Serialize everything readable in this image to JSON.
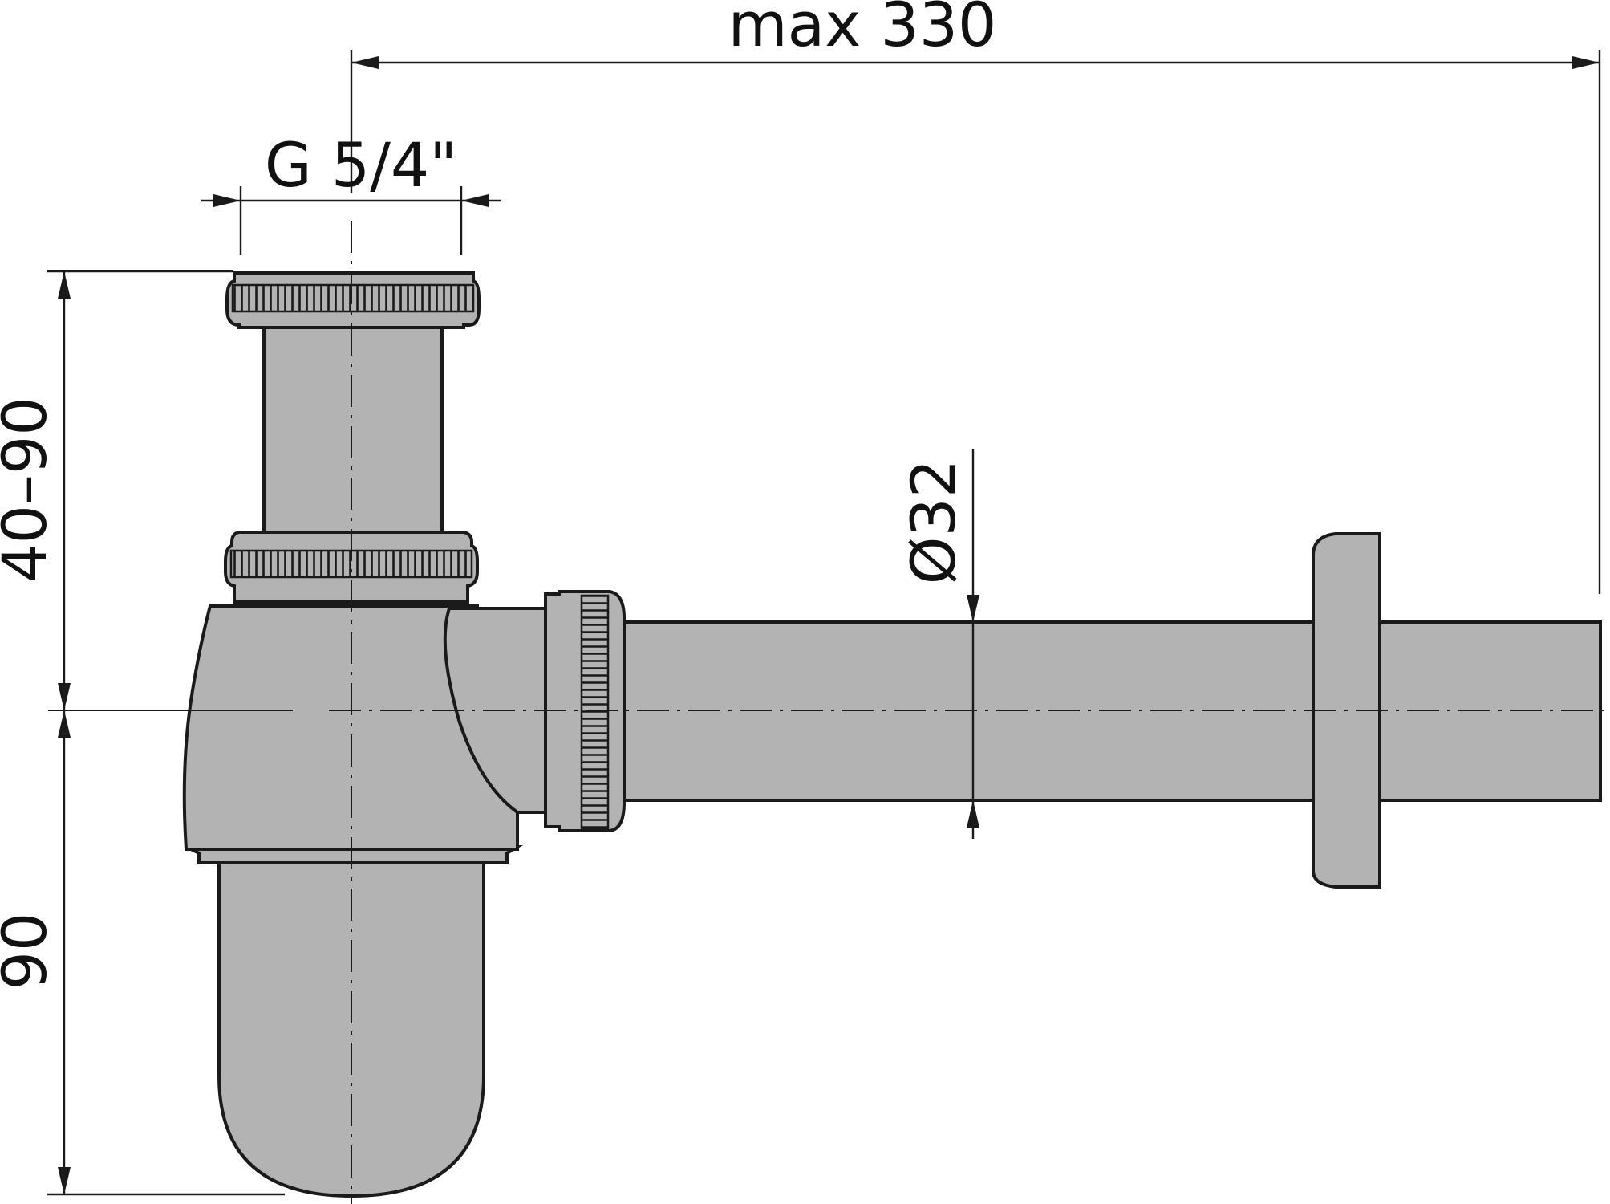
{
  "colors": {
    "part_fill": "#b3b3b3",
    "outline": "#1a1a1a",
    "background": "#ffffff"
  },
  "dimensions": {
    "max_length": "max 330",
    "thread": "G 5/4\"",
    "pipe_diameter": "Ø32",
    "height_range": "40–90",
    "bottom_height": "90"
  }
}
